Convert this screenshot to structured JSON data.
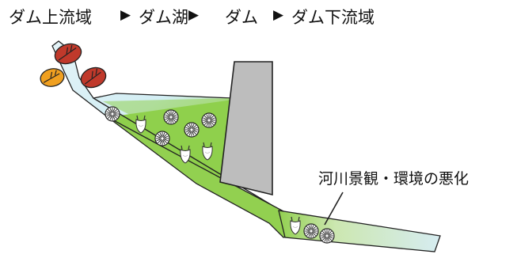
{
  "header": {
    "upstream": "ダム上流域",
    "arrow": "▶",
    "lake": "ダム湖",
    "dam": "ダム",
    "downstream": "ダム下流域"
  },
  "callout": "河川景観・環境の悪化",
  "colors": {
    "water": "#d6ecf1",
    "water_bright": "#b9e07a",
    "sediment": "#92d050",
    "dam": "#bdbdbd",
    "leaf_red": "#c0392b",
    "leaf_orange": "#f0a020",
    "outline": "#222222"
  },
  "icons": [
    "leaf-icon",
    "plankton-icon",
    "larva-icon"
  ]
}
